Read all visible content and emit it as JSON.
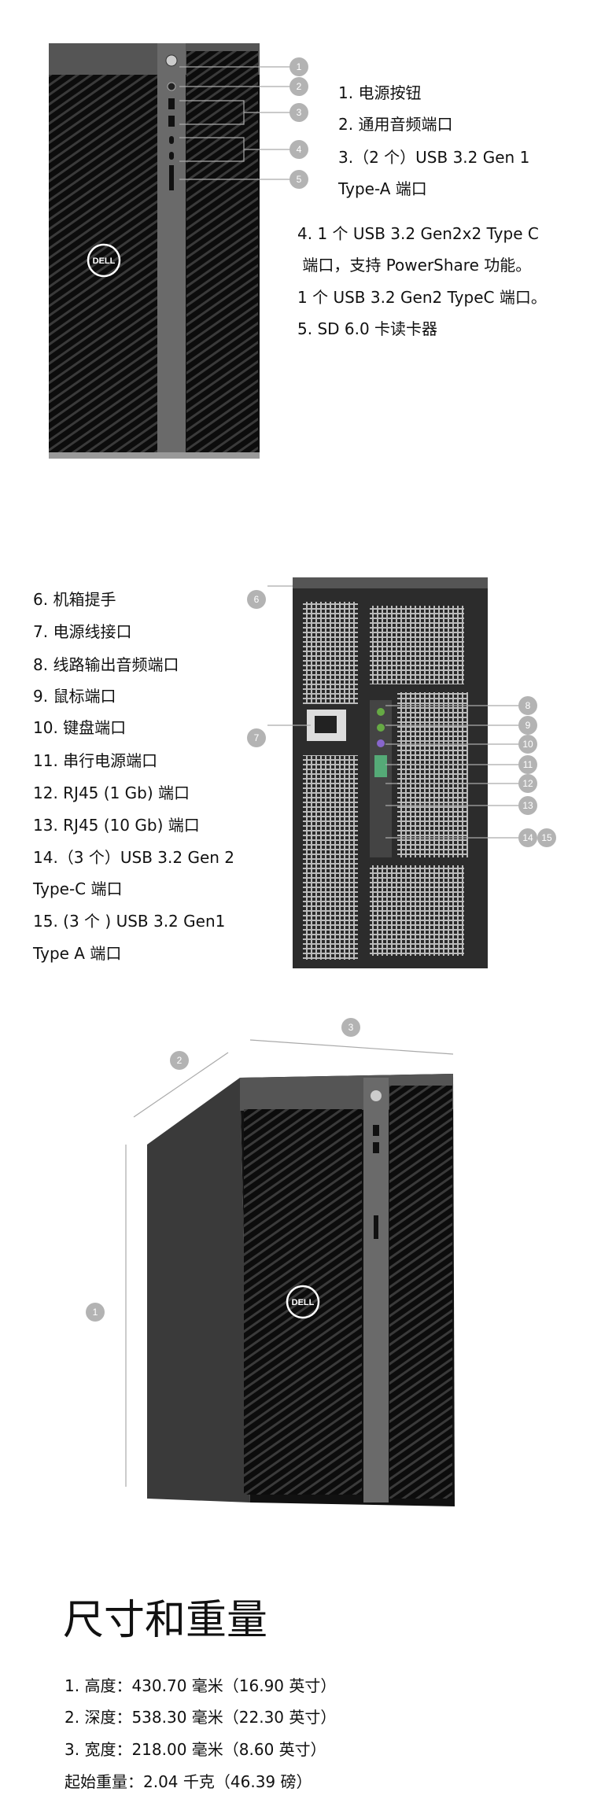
{
  "front": {
    "badges": [
      "1",
      "2",
      "3",
      "4",
      "5"
    ],
    "logo": "DELL",
    "items": [
      "1. 电源按钮",
      "2. 通用音频端口",
      "3.（2 个）USB 3.2 Gen 1",
      "Type-A 端口"
    ],
    "items2": [
      "4. 1 个 USB 3.2 Gen2x2 Type C",
      " 端口，支持 PowerShare 功能。",
      "1 个 USB 3.2 Gen2 TypeC 端口。",
      "5. SD 6.0 卡读卡器"
    ]
  },
  "rear": {
    "badges": [
      "6",
      "7",
      "8",
      "9",
      "10",
      "11",
      "12",
      "13",
      "14",
      "15"
    ],
    "items": [
      "6. 机箱提手",
      "7. 电源线接口",
      "8. 线路输出音频端口",
      "9. 鼠标端口",
      "10. 键盘端口",
      "11. 串行电源端口",
      "12. RJ45 (1 Gb) 端口",
      "13. RJ45 (10 Gb) 端口",
      "14.（3 个）USB 3.2 Gen 2",
      "Type-C 端口",
      "15. (3 个 ) USB 3.2 Gen1",
      "Type A 端口"
    ]
  },
  "dims": {
    "badges": [
      "1",
      "2",
      "3"
    ],
    "logo": "DELL",
    "title": "尺寸和重量",
    "items": [
      "1. 高度：430.70 毫米（16.90 英寸）",
      "2. 深度：538.30 毫米（22.30 英寸）",
      "3. 宽度：218.00 毫米（8.60 英寸）",
      "起始重量：2.04 千克（46.39 磅）"
    ]
  }
}
